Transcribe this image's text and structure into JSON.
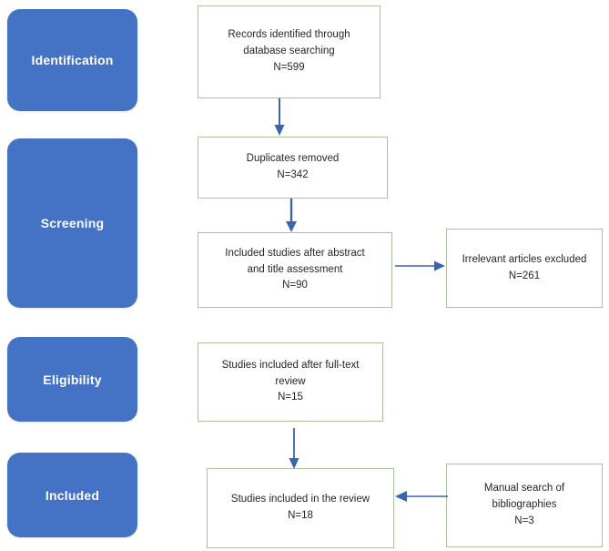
{
  "diagram": {
    "title": "PRISMA study selection flow diagram",
    "colors": {
      "stage_fill": "#4472C4",
      "stage_text": "#FFFFFF",
      "box_border": "#A9C49A",
      "box_fill": "#FFFFFF",
      "box_text": "#262626",
      "arrow": "#3B64AF",
      "background": "#FFFFFF"
    }
  },
  "stages": [
    {
      "id": "identification",
      "label": "Identification"
    },
    {
      "id": "screening",
      "label": "Screening"
    },
    {
      "id": "eligibility",
      "label": "Eligibility"
    },
    {
      "id": "included",
      "label": "Included"
    }
  ],
  "boxes": {
    "records_identified": {
      "line1": "Records identified through",
      "line2": "database searching",
      "count": "N=599"
    },
    "duplicates_removed": {
      "line1": "Duplicates removed",
      "count": "N=342"
    },
    "abstract_title_screened": {
      "line1": "Included studies after abstract",
      "line2": "and title assessment",
      "count": "N=90"
    },
    "irrelevant_excluded": {
      "line1": "Irrelevant articles excluded",
      "count": "N=261"
    },
    "fulltext_included": {
      "line1": "Studies included after full-text",
      "line2": "review",
      "count": "N=15"
    },
    "studies_in_review": {
      "line1": "Studies included in the review",
      "count": "N=18"
    },
    "manual_search": {
      "line1": "Manual search of",
      "line2": "bibliographies",
      "count": "N=3"
    }
  },
  "arrows": [
    {
      "id": "records-to-duplicates",
      "direction": "down"
    },
    {
      "id": "duplicates-to-screened",
      "direction": "down"
    },
    {
      "id": "screened-to-excluded",
      "direction": "right"
    },
    {
      "id": "fulltext-to-review",
      "direction": "down"
    },
    {
      "id": "manual-to-review",
      "direction": "left"
    }
  ]
}
